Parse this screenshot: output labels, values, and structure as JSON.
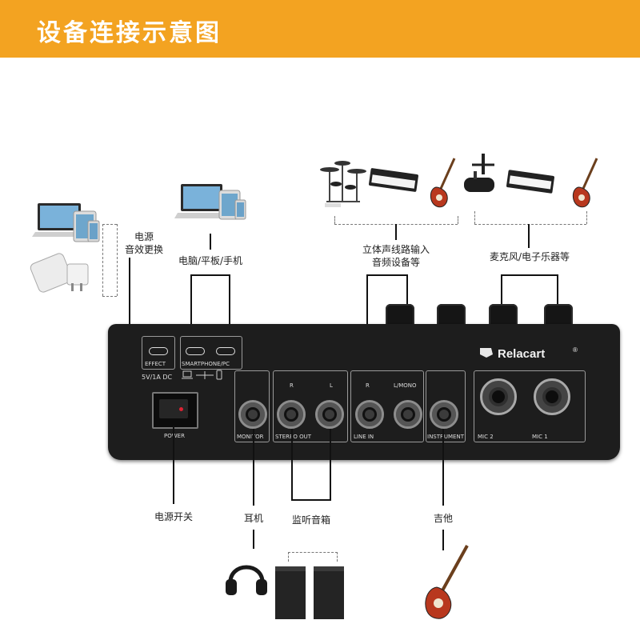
{
  "banner": {
    "title": "设备连接示意图",
    "color": "#f3a321"
  },
  "labels": {
    "power_swap": [
      "电源",
      "音效更换"
    ],
    "pc_tablet_phone": "电脑/平板/手机",
    "stereo_line_input": [
      "立体声线路输入",
      "音频设备等"
    ],
    "mic_instruments": "麦克风/电子乐器等",
    "power_switch": "电源开关",
    "headphones": "耳机",
    "monitor_speakers": "监听音箱",
    "guitar": "吉他"
  },
  "device": {
    "brand": "Relacart",
    "brand_mark": "®",
    "effect_label": "EFFECT",
    "smartphone_pc_label": "SMARTPHONE/PC",
    "dc_spec": "5V/1A DC",
    "power_label": "POWER",
    "monitor_label": "MONITOR",
    "stereo_out_label": "STEREO OUT",
    "line_in_label": "LINE IN",
    "instrument_label": "INSTRUMENT",
    "mic2_label": "MIC 2",
    "mic1_label": "MIC 1",
    "ch_r": "R",
    "ch_l": "L",
    "ch_lmono": "L/MONO"
  },
  "icons": [
    "laptop-icon",
    "tablet-icon",
    "phone-icon",
    "power-bank-icon",
    "usb-charger-icon",
    "drum-kit-icon",
    "keyboard-icon",
    "electric-guitar-icon",
    "microphone-icon",
    "headphones-icon",
    "speaker-icon"
  ]
}
